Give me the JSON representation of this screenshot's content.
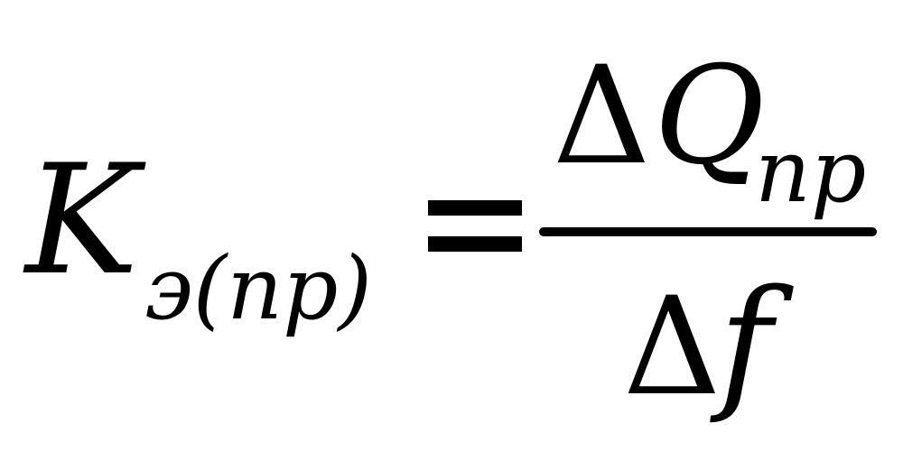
{
  "formula": {
    "lhs": {
      "symbol": "K",
      "subscript": "э(np)"
    },
    "operator": "=",
    "fraction": {
      "numerator": {
        "prefix": "Δ",
        "symbol": "Q",
        "subscript": "np"
      },
      "denominator": {
        "prefix": "Δ",
        "symbol": "f"
      }
    }
  }
}
